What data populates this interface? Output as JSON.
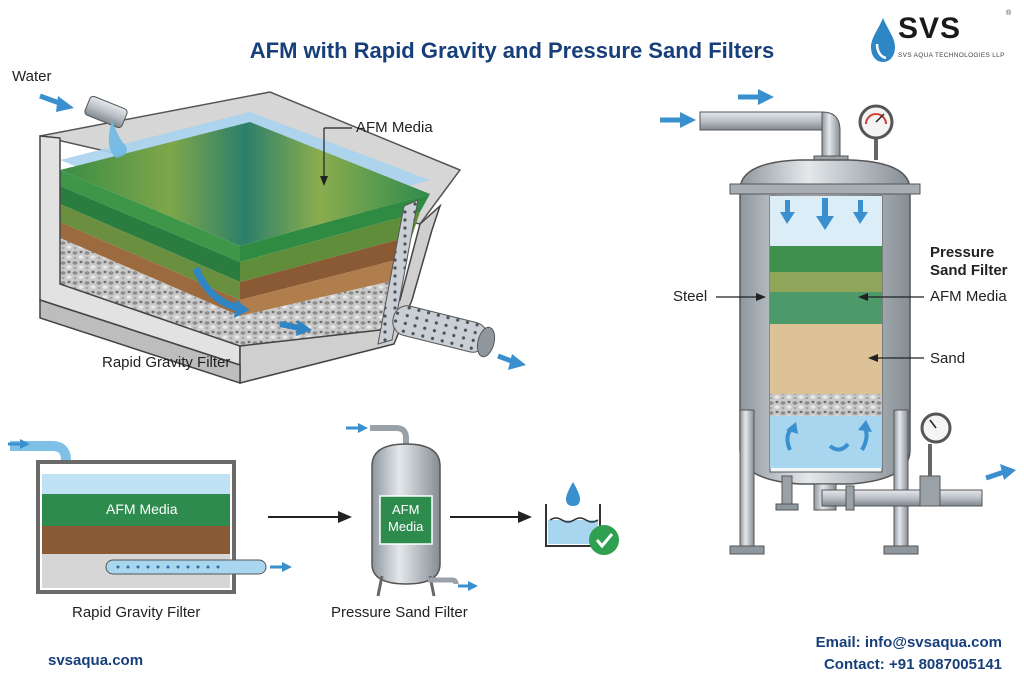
{
  "header": {
    "title": "AFM with Rapid Gravity and Pressure Sand Filters",
    "logo_name": "SVS",
    "logo_tagline": "SVS AQUA TECHNOLOGIES LLP",
    "logo_registered": "®"
  },
  "rapid_gravity_large": {
    "inlet_label": "Water",
    "media_label": "AFM Media",
    "caption": "Rapid Gravity Filter"
  },
  "pressure_large": {
    "heading_line1": "Pressure",
    "heading_line2": "Sand Filter",
    "shell_label": "Steel",
    "media_label": "AFM Media",
    "sand_label": "Sand"
  },
  "flow": {
    "rgf_media_label": "AFM Media",
    "rgf_caption": "Rapid Gravity Filter",
    "psf_media_line1": "AFM",
    "psf_media_line2": "Media",
    "psf_caption": "Pressure Sand Filter"
  },
  "footer": {
    "website": "svsaqua.com",
    "email": "Email: info@svsaqua.com",
    "contact": "Contact: +91 8087005141"
  },
  "colors": {
    "brand_blue": "#173f7a",
    "water": "#5aa9d6",
    "afm_green": "#2e8b4e",
    "sand": "#d9bf92",
    "soil": "#8a5a34",
    "steel": "#bfc6cc",
    "check": "#2ea04f"
  }
}
